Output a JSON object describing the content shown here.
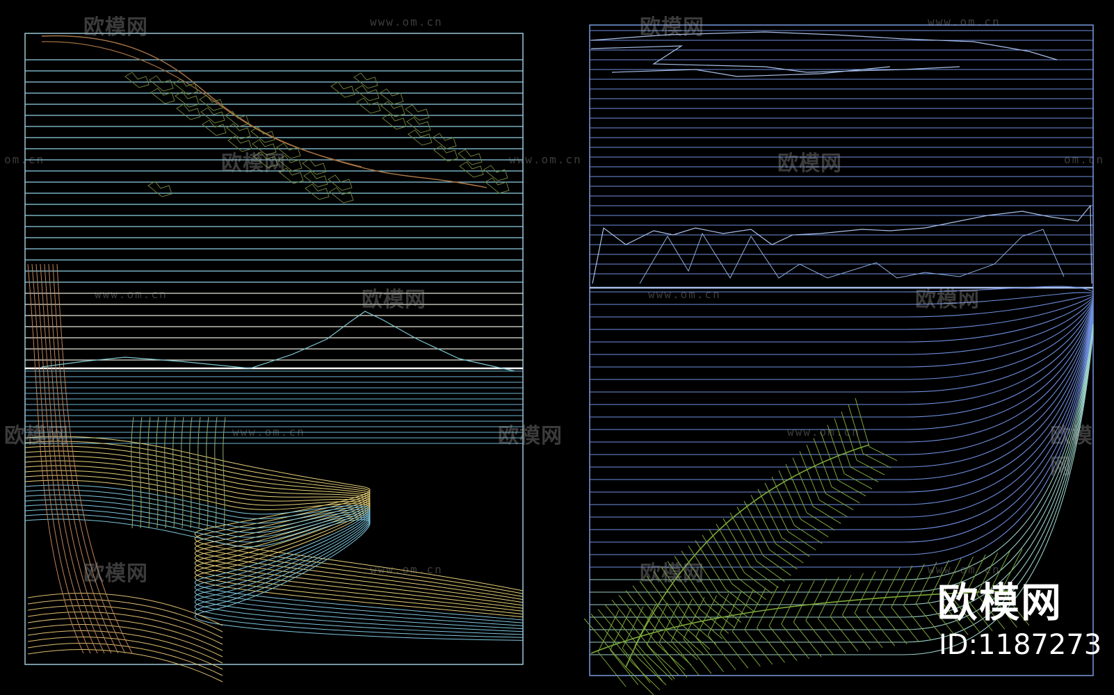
{
  "watermark": {
    "logo_text": "欧模网",
    "url_text": "www.om.cn",
    "url_short": "om.cn"
  },
  "brand": {
    "name": "欧模网",
    "id_text": "ID:1187273"
  },
  "colors": {
    "background": "#000000",
    "left_sky_lines": "#8fd3e8",
    "left_warm_lines": "#e8d27a",
    "left_tree": "#6d7f3a",
    "right_lines": "#6f8fe0",
    "palm": "#7da83a",
    "watermark": "#aaaaaa"
  }
}
